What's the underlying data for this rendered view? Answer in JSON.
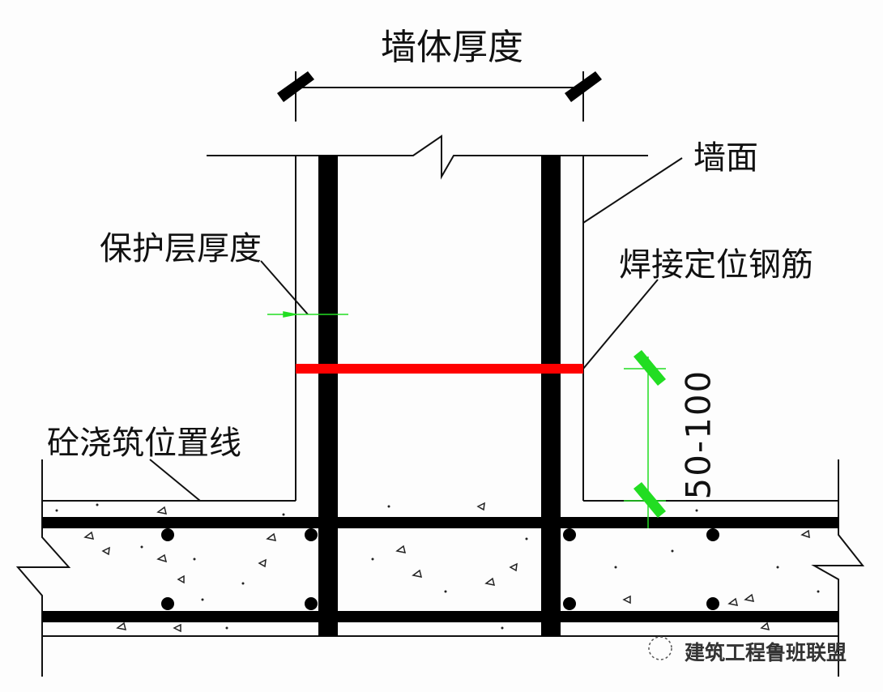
{
  "labels": {
    "wall_thickness": "墙体厚度",
    "wall_face": "墙面",
    "cover_thickness": "保护层厚度",
    "welded_positioning_rebar": "焊接定位钢筋",
    "concrete_pour_line": "砼浇筑位置线",
    "dimension_range": "50-100"
  },
  "watermark": "建筑工程鲁班联盟",
  "colors": {
    "rebar": "#000000",
    "positioning_bar": "#ff0000",
    "dimension": "#22dd22"
  }
}
